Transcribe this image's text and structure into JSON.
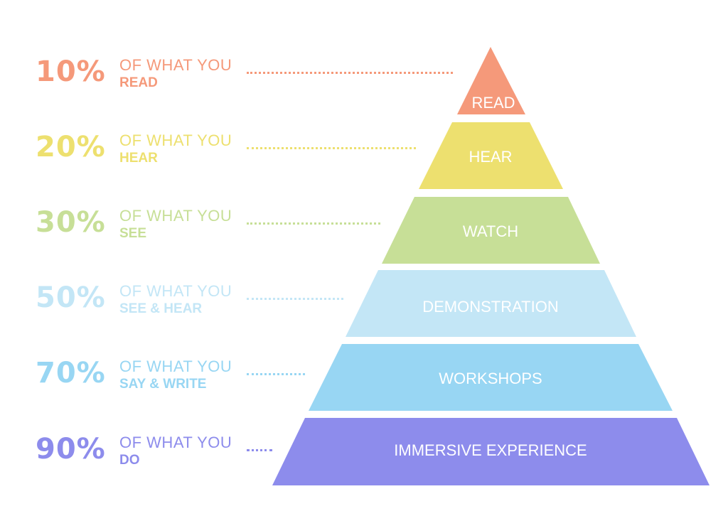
{
  "rows": [
    {
      "percent": "10%",
      "prefix": "OF WHAT YOU",
      "verb": "READ",
      "color": "#f5997a",
      "tier": "READ"
    },
    {
      "percent": "20%",
      "prefix": "OF WHAT YOU",
      "verb": "HEAR",
      "color": "#ede06f",
      "tier": "HEAR"
    },
    {
      "percent": "30%",
      "prefix": "OF WHAT YOU",
      "verb": "SEE",
      "color": "#c7df97",
      "tier": "WATCH"
    },
    {
      "percent": "50%",
      "prefix": "OF WHAT YOU",
      "verb": "SEE & HEAR",
      "color": "#c3e6f6",
      "tier": "DEMONSTRATION"
    },
    {
      "percent": "70%",
      "prefix": "OF WHAT YOU",
      "verb": "SAY & WRITE",
      "color": "#98d6f3",
      "tier": "WORKSHOPS"
    },
    {
      "percent": "90%",
      "prefix": "OF WHAT YOU",
      "verb": "DO",
      "color": "#8d8cec",
      "tier": "IMMERSIVE EXPERIENCE"
    }
  ]
}
